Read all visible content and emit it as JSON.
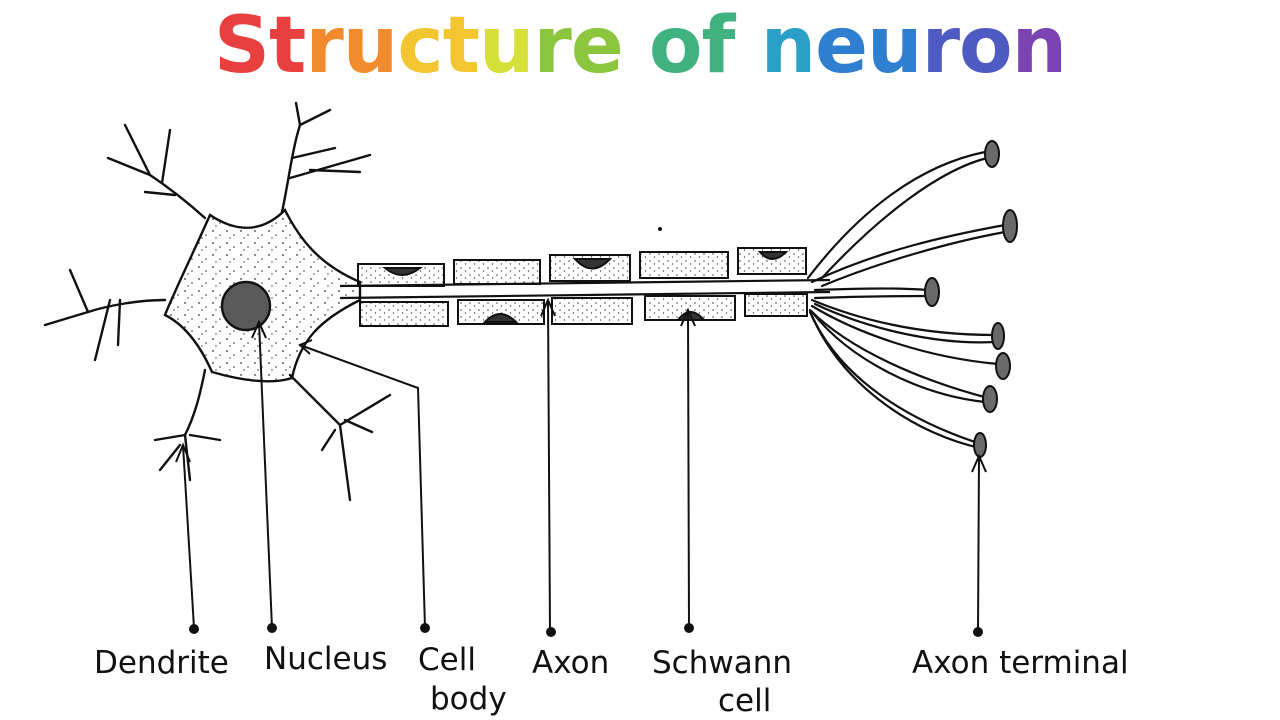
{
  "title": {
    "text": "Structure of neuron",
    "gradient_colors": [
      "#e8403f",
      "#f28a2e",
      "#f2c531",
      "#d6e03a",
      "#8cc63f",
      "#3fb27f",
      "#2aa0c8",
      "#2f7fd0",
      "#4e5bc2",
      "#7a44b3"
    ]
  },
  "labels": {
    "dendrite": "Dendrite",
    "nucleus": "Nucleus",
    "cell_body_line1": "Cell",
    "cell_body_line2": "body",
    "axon": "Axon",
    "schwann_line1": "Schwann",
    "schwann_line2": "cell",
    "axon_terminal": "Axon terminal"
  }
}
